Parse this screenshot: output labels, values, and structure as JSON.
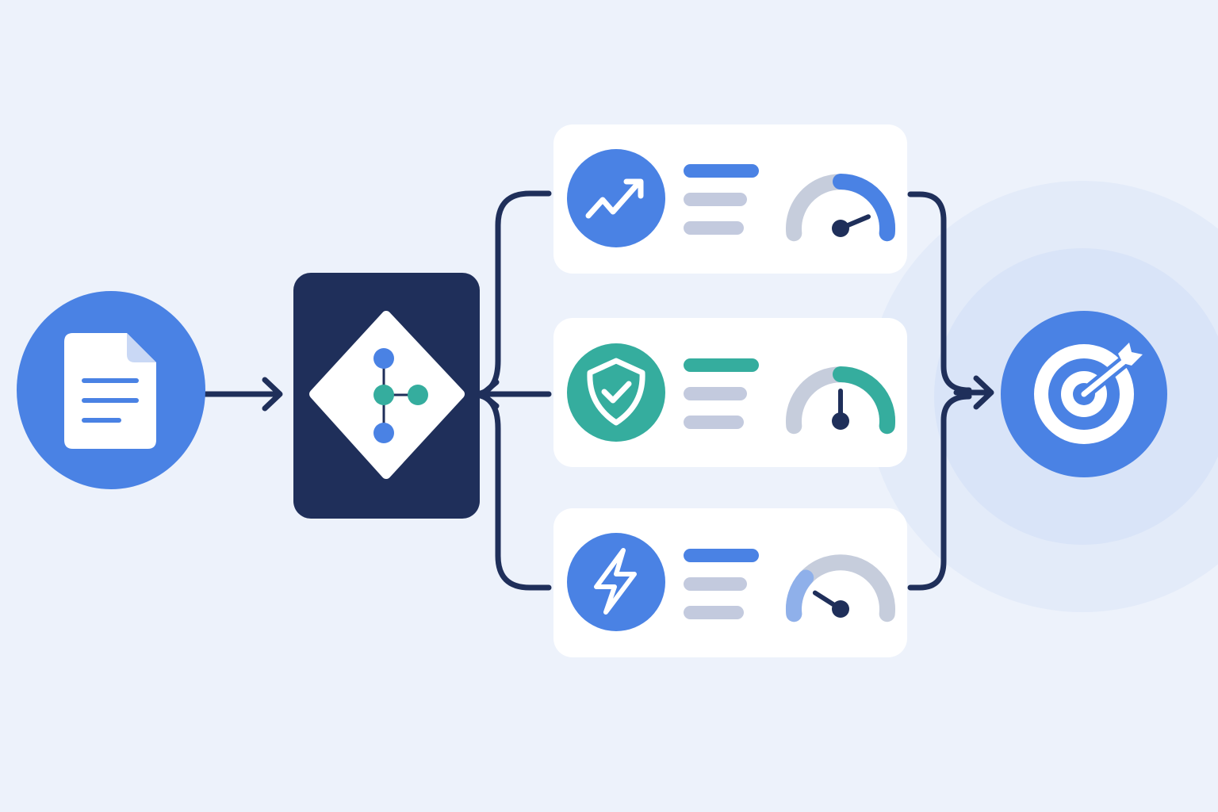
{
  "colors": {
    "background": "#edf2fb",
    "accent_blue": "#4a82e4",
    "teal": "#35ad9e",
    "navy": "#1f2f5a",
    "card": "#ffffff",
    "muted_bar": "#c3cade",
    "gauge_track": "#c6cddc",
    "halo": "#dce6f8"
  },
  "nodes": {
    "source": {
      "icon": "document-icon"
    },
    "router": {
      "icon": "branching-diamond-icon"
    },
    "target": {
      "icon": "target-arrow-icon"
    }
  },
  "branches": [
    {
      "icon": "trend-up-arrow-icon",
      "icon_color": "#4a82e4",
      "accent_color": "#4a82e4",
      "gauge_level": 0.85
    },
    {
      "icon": "shield-check-icon",
      "icon_color": "#35ad9e",
      "accent_color": "#35ad9e",
      "gauge_level": 0.5
    },
    {
      "icon": "lightning-bolt-icon",
      "icon_color": "#4a82e4",
      "accent_color": "#8fb0ea",
      "gauge_level": 0.2
    }
  ]
}
